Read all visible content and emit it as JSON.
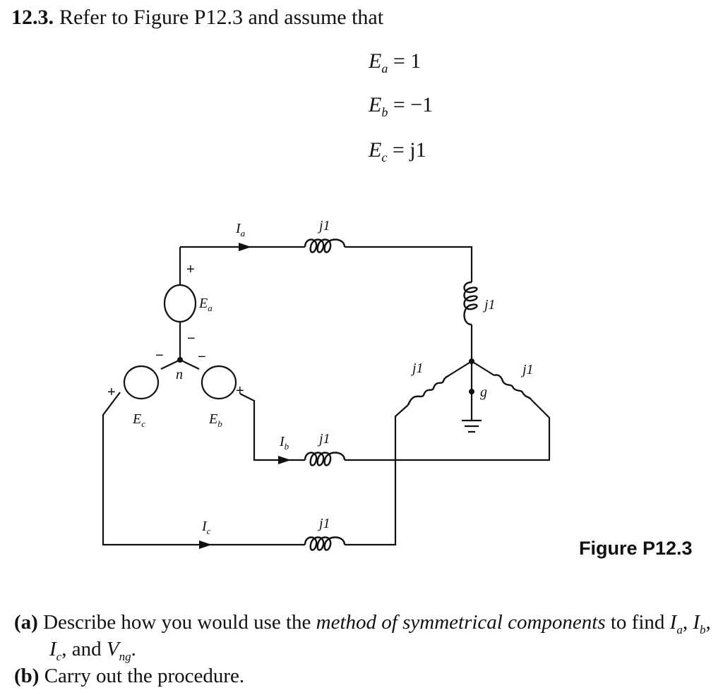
{
  "problem": {
    "number": "12.3.",
    "intro": "Refer to Figure P12.3 and assume that"
  },
  "equations": [
    {
      "symbol": "E",
      "sub": "a",
      "rhs": "= 1"
    },
    {
      "symbol": "E",
      "sub": "b",
      "rhs": "= −1"
    },
    {
      "symbol": "E",
      "sub": "c",
      "rhs": "= j1"
    }
  ],
  "figure": {
    "caption": "Figure P12.3",
    "impedance_label": "j1",
    "currents": {
      "a": "I",
      "a_sub": "a",
      "b": "I",
      "b_sub": "b",
      "c": "I",
      "c_sub": "c"
    },
    "sources": {
      "a": "E",
      "a_sub": "a",
      "b": "E",
      "b_sub": "b",
      "c": "E",
      "c_sub": "c"
    },
    "nodes": {
      "neutral": "n",
      "ground": "g"
    },
    "signs": {
      "plus": "+",
      "minus": "−"
    }
  },
  "parts": {
    "a_label": "(a)",
    "a_text_1": "Describe how you would use the ",
    "a_method": "method of symmetrical components",
    "a_text_2": " to find ",
    "a_text_3": "and ",
    "b_label": "(b)",
    "b_text": "Carry out the procedure."
  }
}
